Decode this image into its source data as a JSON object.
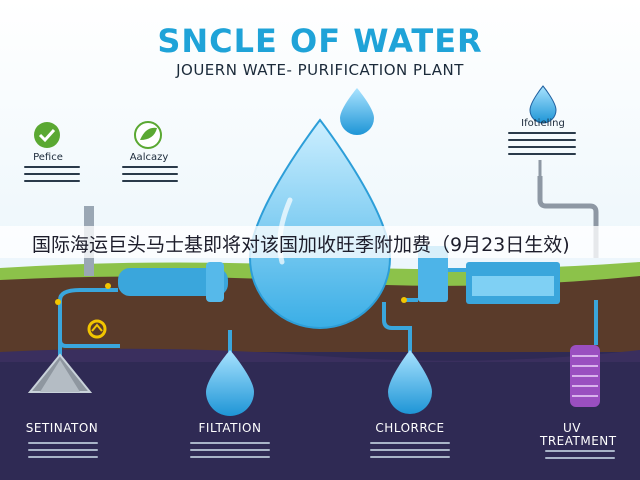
{
  "header": {
    "title": "SNCLE OF WATER",
    "subtitle": "JOUERN WATE- PURIFICATION PLANT"
  },
  "overlay": {
    "caption": "国际海运巨头马士基即将对该国加收旺季附加费（9月23日生效)"
  },
  "badges": [
    {
      "label": "Pefice",
      "icon": "check-icon",
      "color": "#5aa832"
    },
    {
      "label": "Aalcazy",
      "icon": "leaf-icon",
      "color": "#5aa832"
    },
    {
      "label": "Ifotieling",
      "icon": "droplet-icon",
      "color": "#1f5f9f"
    }
  ],
  "stages": [
    {
      "label": "SETINATON"
    },
    {
      "label": "FILTATION"
    },
    {
      "label": "CHLORRCE"
    },
    {
      "label": "UV TREATMENT"
    }
  ],
  "colors": {
    "title": "#1fa3d8",
    "grass": "#7fb83a",
    "soil": "#5a3b2a",
    "underground": "#2f2a54",
    "pipe": "#3aa6dc",
    "water": "#5cc3ee",
    "uv": "#9a4fc0"
  }
}
